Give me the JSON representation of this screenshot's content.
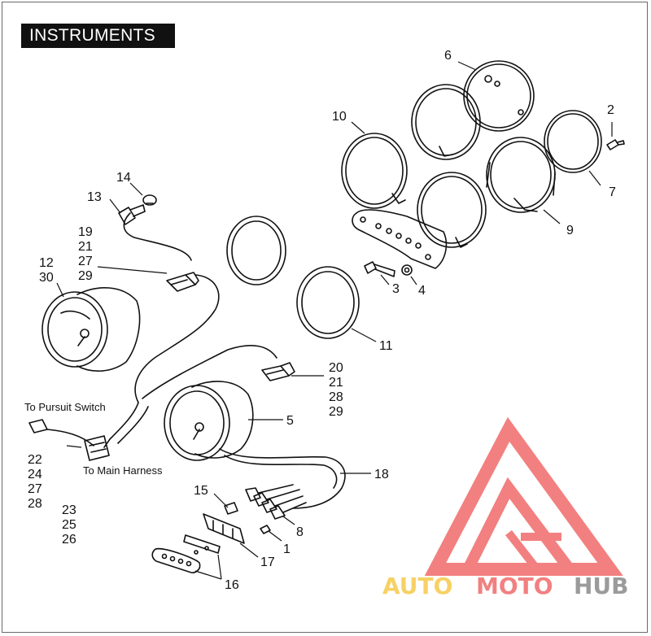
{
  "title": "INSTRUMENTS",
  "notes": {
    "pursuit_switch": "To Pursuit Switch",
    "main_harness": "To Main Harness"
  },
  "callouts": {
    "c1": "1",
    "c2": "2",
    "c3": "3",
    "c4": "4",
    "c5": "5",
    "c6": "6",
    "c7": "7",
    "c8": "8",
    "c9": "9",
    "c10": "10",
    "c11": "11",
    "c12": "12",
    "c13": "13",
    "c14": "14",
    "c15": "15",
    "c16": "16",
    "c17": "17",
    "c18": "18",
    "c19": "19",
    "c20": "20",
    "c21": "21",
    "c21b": "21",
    "c22": "22",
    "c23": "23",
    "c24": "24",
    "c25": "25",
    "c26": "26",
    "c27": "27",
    "c27b": "27",
    "c28": "28",
    "c28b": "28",
    "c29": "29",
    "c29b": "29",
    "c30": "30"
  },
  "watermark": {
    "part1": "AUTO",
    "part2": "MOTO",
    "part3": "HUB",
    "color_primary": "#f06a6a",
    "color_secondary": "#f6c94a",
    "color_dark": "#8a8a8a"
  }
}
